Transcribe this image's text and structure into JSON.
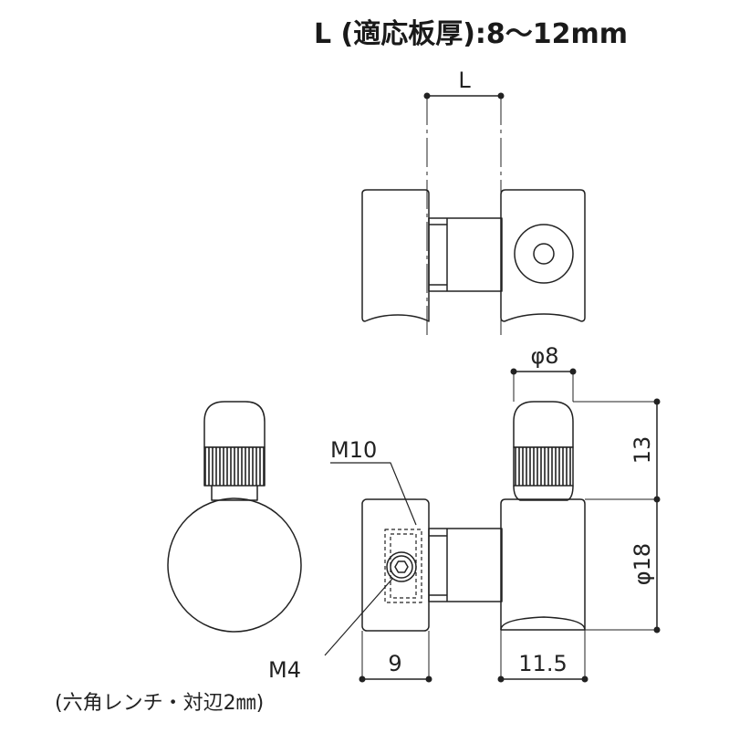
{
  "title": "L (適応板厚):8〜12mm",
  "dimensions": {
    "L": "L",
    "phi8": "φ8",
    "h13": "13",
    "phi18": "φ18",
    "w9": "9",
    "w11_5": "11.5"
  },
  "callouts": {
    "m10": "M10",
    "m4": "M4",
    "m4_note": "(六角レンチ・対辺2㎜)"
  },
  "colors": {
    "line": "#222222",
    "background": "#ffffff"
  }
}
